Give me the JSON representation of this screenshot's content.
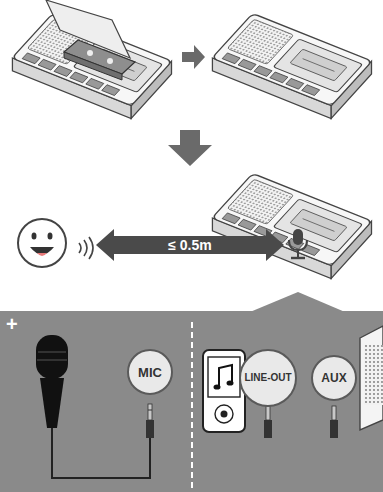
{
  "diagram": {
    "nodes": [
      {
        "text": [
          "MIC"
        ]
      },
      {
        "text": [
          "LINE-OUT"
        ]
      },
      {
        "text": [
          "AUX"
        ]
      }
    ],
    "edges": [
      {
        "from": 1,
        "to": 2,
        "arrow": "none"
      }
    ],
    "labels": [
      "≤ 0.5m",
      "+"
    ]
  }
}
